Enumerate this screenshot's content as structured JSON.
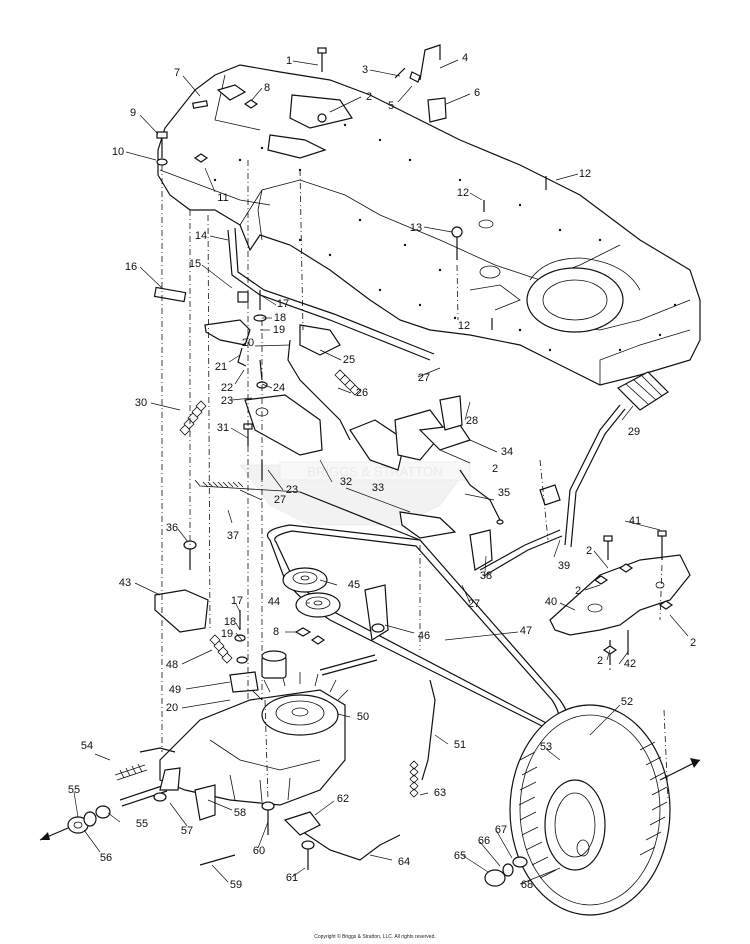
{
  "parts": [
    {
      "id": "p1",
      "text": "1"
    },
    {
      "id": "p2a",
      "text": "2"
    },
    {
      "id": "p3",
      "text": "3"
    },
    {
      "id": "p4",
      "text": "4"
    },
    {
      "id": "p5",
      "text": "5"
    },
    {
      "id": "p6",
      "text": "6"
    },
    {
      "id": "p7",
      "text": "7"
    },
    {
      "id": "p8a",
      "text": "8"
    },
    {
      "id": "p9",
      "text": "9"
    },
    {
      "id": "p10",
      "text": "10"
    },
    {
      "id": "p11",
      "text": "11"
    },
    {
      "id": "p12a",
      "text": "12"
    },
    {
      "id": "p12b",
      "text": "12"
    },
    {
      "id": "p12c",
      "text": "12"
    },
    {
      "id": "p13",
      "text": "13"
    },
    {
      "id": "p14",
      "text": "14"
    },
    {
      "id": "p15",
      "text": "15"
    },
    {
      "id": "p16",
      "text": "16"
    },
    {
      "id": "p17a",
      "text": "17"
    },
    {
      "id": "p18a",
      "text": "18"
    },
    {
      "id": "p19a",
      "text": "19"
    },
    {
      "id": "p20a",
      "text": "20"
    },
    {
      "id": "p21",
      "text": "21"
    },
    {
      "id": "p22",
      "text": "22"
    },
    {
      "id": "p23a",
      "text": "23"
    },
    {
      "id": "p24",
      "text": "24"
    },
    {
      "id": "p25",
      "text": "25"
    },
    {
      "id": "p26",
      "text": "26"
    },
    {
      "id": "p27a",
      "text": "27"
    },
    {
      "id": "p28",
      "text": "28"
    },
    {
      "id": "p29",
      "text": "29"
    },
    {
      "id": "p30",
      "text": "30"
    },
    {
      "id": "p31",
      "text": "31"
    },
    {
      "id": "p2b",
      "text": "2"
    },
    {
      "id": "p34",
      "text": "34"
    },
    {
      "id": "p32",
      "text": "32"
    },
    {
      "id": "p23b",
      "text": "23"
    },
    {
      "id": "p27b",
      "text": "27"
    },
    {
      "id": "p33",
      "text": "33"
    },
    {
      "id": "p35",
      "text": "35"
    },
    {
      "id": "p37",
      "text": "37"
    },
    {
      "id": "p36",
      "text": "36"
    },
    {
      "id": "p41",
      "text": "41"
    },
    {
      "id": "p2c",
      "text": "2"
    },
    {
      "id": "p2d",
      "text": "2"
    },
    {
      "id": "p45",
      "text": "45"
    },
    {
      "id": "p39",
      "text": "39"
    },
    {
      "id": "p38",
      "text": "38"
    },
    {
      "id": "p43",
      "text": "43"
    },
    {
      "id": "p44",
      "text": "44"
    },
    {
      "id": "p27c",
      "text": "27"
    },
    {
      "id": "p40",
      "text": "40"
    },
    {
      "id": "p2e",
      "text": "2"
    },
    {
      "id": "p17b",
      "text": "17"
    },
    {
      "id": "p18b",
      "text": "18"
    },
    {
      "id": "p19b",
      "text": "19"
    },
    {
      "id": "p8b",
      "text": "8"
    },
    {
      "id": "p46",
      "text": "46"
    },
    {
      "id": "p47",
      "text": "47"
    },
    {
      "id": "p2f",
      "text": "2"
    },
    {
      "id": "p42",
      "text": "42"
    },
    {
      "id": "p48",
      "text": "48"
    },
    {
      "id": "p49",
      "text": "49"
    },
    {
      "id": "p20b",
      "text": "20"
    },
    {
      "id": "p50",
      "text": "50"
    },
    {
      "id": "p52",
      "text": "52"
    },
    {
      "id": "p51",
      "text": "51"
    },
    {
      "id": "p54",
      "text": "54"
    },
    {
      "id": "p53",
      "text": "53"
    },
    {
      "id": "p55a",
      "text": "55"
    },
    {
      "id": "p55b",
      "text": "55"
    },
    {
      "id": "p57",
      "text": "57"
    },
    {
      "id": "p58",
      "text": "58"
    },
    {
      "id": "p62",
      "text": "62"
    },
    {
      "id": "p63",
      "text": "63"
    },
    {
      "id": "p56",
      "text": "56"
    },
    {
      "id": "p60",
      "text": "60"
    },
    {
      "id": "p67",
      "text": "67"
    },
    {
      "id": "p66",
      "text": "66"
    },
    {
      "id": "p65",
      "text": "65"
    },
    {
      "id": "p64",
      "text": "64"
    },
    {
      "id": "p61",
      "text": "61"
    },
    {
      "id": "p59",
      "text": "59"
    },
    {
      "id": "p68",
      "text": "68"
    }
  ],
  "watermark": "BRIGGS & STRATTON",
  "copyright": "Copyright © Briggs & Stratton, LLC. All rights reserved."
}
